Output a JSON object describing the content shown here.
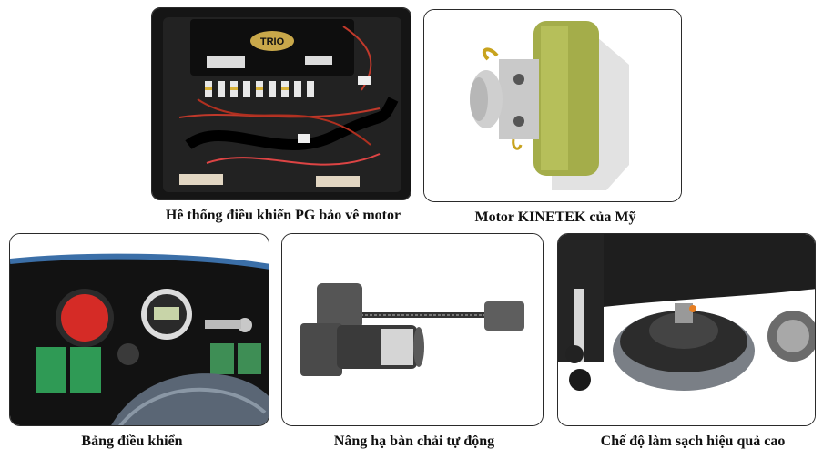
{
  "panels": [
    {
      "caption": "Hê thống điều khiển PG bảo vê motor",
      "label": "TRIO"
    },
    {
      "caption": "Motor KINETEK của Mỹ"
    },
    {
      "caption": "Bảng điều khiển"
    },
    {
      "caption": "Nâng hạ bàn chải tự động"
    },
    {
      "caption": "Chế độ làm sạch hiệu quả cao"
    }
  ]
}
